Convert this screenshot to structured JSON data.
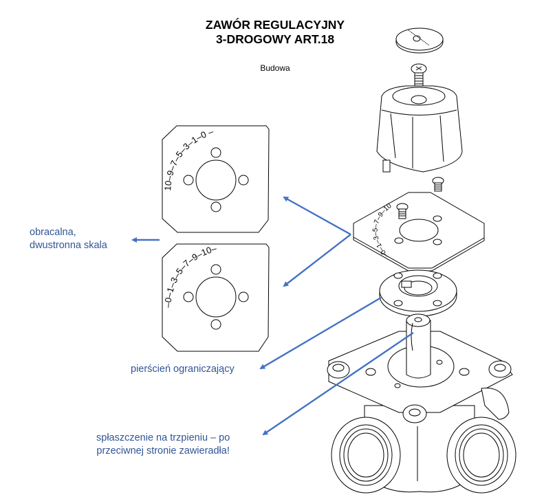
{
  "header": {
    "title_line1": "ZAWÓR REGULACYJNY",
    "title_line2": "3-DROGOWY ART.18",
    "subtitle": "Budowa"
  },
  "callouts": {
    "scale_line1": "obracalna,",
    "scale_line2": "dwustronna skala",
    "ring": "pierścień ograniczający",
    "flat_line1": "spłaszczenie na trzpieniu – po",
    "flat_line2": "przeciwnej stronie zawieradła!"
  },
  "scale_plates": {
    "side_a_marks": "10–9–7–5–3–1–0 –",
    "side_b_marks": "–0–1–3–5–7–9–10–",
    "exploded_plate_marks": "–0–1–3–5–7–9–10"
  },
  "colors": {
    "callout_text": "#2f5597",
    "arrow": "#4472c4",
    "drawing": "#000000"
  }
}
